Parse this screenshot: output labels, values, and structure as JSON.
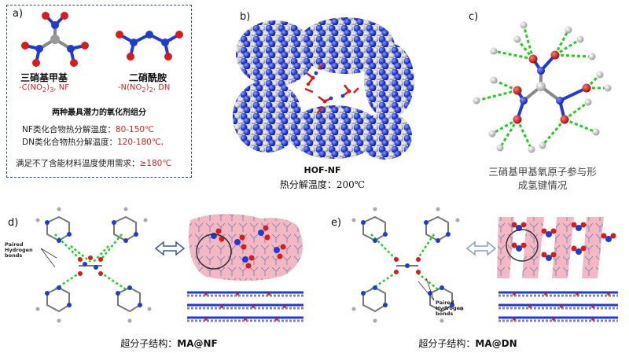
{
  "panel_a": {
    "label": "a)",
    "nf_name": "三硝基甲基",
    "nf_formula_prefix": "-C(NO",
    "nf_formula_sub1": "2",
    "nf_formula_mid": ")",
    "nf_formula_sub2": "3",
    "nf_formula_suffix": ", NF",
    "dn_name": "二硝酰胺",
    "dn_formula_prefix": "-N(NO",
    "dn_formula_sub1": "2",
    "dn_formula_mid": ")",
    "dn_formula_sub2": "2",
    "dn_formula_suffix": ",   DN",
    "heading": "两种最具潜力的氧化剂组分",
    "nf_temp_label": "NF类化合物热分解温度：",
    "nf_temp_value": "80-150℃",
    "dn_temp_label": "DN类化合物热分解温度：",
    "dn_temp_value": "120-180℃,",
    "req_label": "满足不了含能材料温度使用需求：",
    "req_value": "≥180℃"
  },
  "panel_b": {
    "label": "b)",
    "title": "HOF-NF",
    "subtitle": "热分解温度：200℃"
  },
  "panel_c": {
    "label": "c)",
    "caption_line1": "三硝基甲基氧原子参与形",
    "caption_line2": "成氢键情况"
  },
  "panel_d": {
    "label": "d)",
    "annotation_line1": "Paired",
    "annotation_line2": "Hydrogen",
    "annotation_line3": "bonds",
    "caption_prefix": "超分子结构：",
    "caption_value": "MA@NF"
  },
  "panel_e": {
    "label": "e)",
    "annotation_line1": "Paired",
    "annotation_line2": "Hydrogen",
    "annotation_line3": "bonds",
    "caption_prefix": "超分子结构：",
    "caption_value": "MA@DN"
  },
  "colors": {
    "nitrogen": "#1f3bd6",
    "oxygen": "#d81b1b",
    "carbon": "#8a8a8a",
    "hbond": "#22cc22",
    "border": "#2b4f8a",
    "highlight": "#e02020"
  }
}
